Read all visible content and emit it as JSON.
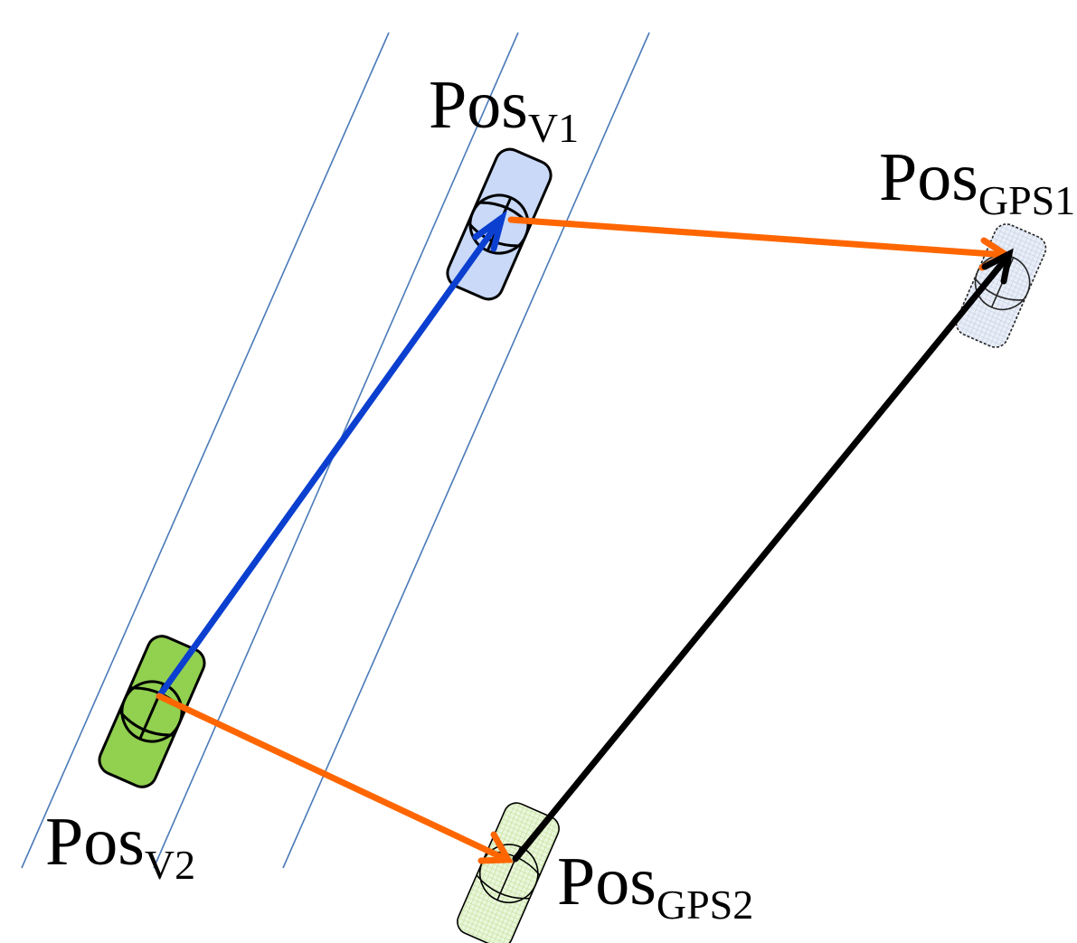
{
  "labels": {
    "pos_v1": {
      "main": "Pos",
      "sub": "V1"
    },
    "pos_v2": {
      "main": "Pos",
      "sub": "V2"
    },
    "pos_gps1": {
      "main": "Pos",
      "sub": "GPS1"
    },
    "pos_gps2": {
      "main": "Pos",
      "sub": "GPS2"
    }
  },
  "colors": {
    "lane_line": "#4a7ab8",
    "vehicle_1_fill": "#c9d9f7",
    "vehicle_2_fill": "#92d050",
    "ghost_1_fill": "#dfe6f1",
    "ghost_2_fill": "#e3f2cf",
    "vector_v2_to_v1": "#0b3fd0",
    "vector_offset": "#ff6600",
    "vector_gps2_to_gps1": "#000000"
  }
}
